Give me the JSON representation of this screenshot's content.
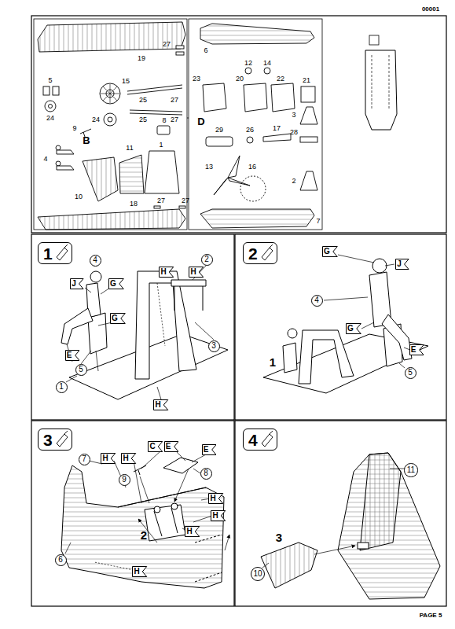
{
  "diagram": {
    "nodes": [
      {
        "text": [
          "1"
        ]
      },
      {
        "text": [
          "4"
        ]
      },
      {
        "text": [
          "J"
        ]
      },
      {
        "text": [
          "G"
        ]
      },
      {
        "text": [
          "G"
        ]
      },
      {
        "text": [
          "E"
        ]
      },
      {
        "text": [
          "5"
        ]
      },
      {
        "text": [
          "2"
        ]
      },
      {
        "text": [
          "H"
        ]
      },
      {
        "text": [
          "H"
        ]
      },
      {
        "text": [
          "3"
        ]
      },
      {
        "text": [
          "1"
        ]
      },
      {
        "text": [
          "H"
        ]
      },
      {
        "text": [
          "2"
        ]
      },
      {
        "text": [
          "G"
        ]
      },
      {
        "text": [
          "J"
        ]
      },
      {
        "text": [
          "4"
        ]
      },
      {
        "text": [
          "G"
        ]
      },
      {
        "text": [
          "E"
        ]
      },
      {
        "text": [
          "5"
        ]
      },
      {
        "text": [
          "3"
        ]
      },
      {
        "text": [
          "7"
        ]
      },
      {
        "text": [
          "H"
        ]
      },
      {
        "text": [
          "H"
        ]
      },
      {
        "text": [
          "9"
        ]
      },
      {
        "text": [
          "C"
        ]
      },
      {
        "text": [
          "E"
        ]
      },
      {
        "text": [
          "E"
        ]
      },
      {
        "text": [
          "8"
        ]
      },
      {
        "text": [
          "H"
        ]
      },
      {
        "text": [
          "H"
        ]
      },
      {
        "text": [
          "H"
        ]
      },
      {
        "text": [
          "H"
        ]
      },
      {
        "text": [
          "6"
        ]
      },
      {
        "text": [
          "4"
        ]
      },
      {
        "text": [
          "11"
        ]
      },
      {
        "text": [
          "10"
        ]
      }
    ],
    "labels": [
      "00001",
      "19",
      "27",
      "5",
      "15",
      "25",
      "27",
      "27",
      "25",
      "24",
      "24",
      "8",
      "9",
      "B",
      "4",
      "11",
      "1",
      "10",
      "18",
      "27",
      "27",
      "6",
      "12",
      "14",
      "23",
      "20",
      "22",
      "21",
      "D",
      "29",
      "26",
      "17",
      "3",
      "28",
      "13",
      "16",
      "2",
      "7",
      "1",
      "2",
      "3",
      "PAGE 5"
    ]
  }
}
